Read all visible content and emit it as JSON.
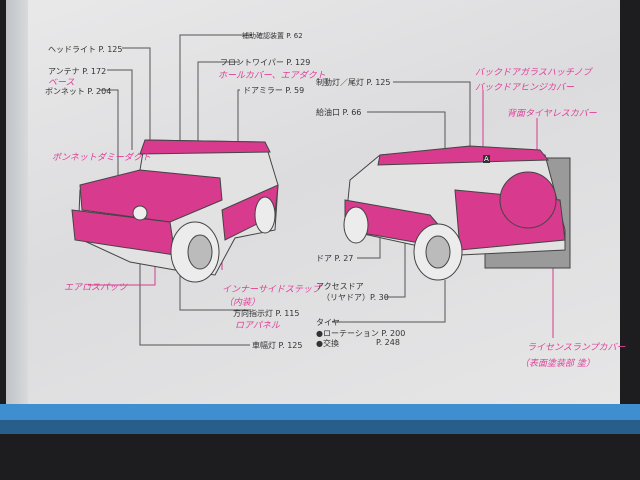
{
  "labels": {
    "headlight": "ヘッドライト P. 125",
    "antenna": "アンテナ P. 172",
    "bonnet": "ボンネット P. 204",
    "aux_device": "補助確認装置 P. 62",
    "front_wiper": "フロントワイパー P. 129",
    "door_mirror": "ドアミラー P. 59",
    "turn_signal": "方向指示灯 P. 115",
    "side_marker": "車幅灯 P. 125",
    "brake_tail": "制動灯／尾灯 P. 125",
    "fuel_port": "給油口 P. 66",
    "door": "ドア P. 27",
    "access_door_1": "アクセスドア",
    "access_door_2": "（リヤドア）P. 30",
    "tire": "タイヤ",
    "rotation": "●ローテーション P. 200",
    "replace": "●交換",
    "replace_page": "P. 248",
    "marker_a": "A"
  },
  "handwritten": {
    "antenna_base": "ベース",
    "bonnet_dummy_duct": "ボンネットダミーダクト",
    "wiper_cover": "ホールカバー、エアダクト",
    "aero_spats": "エアロスパッツ",
    "inner_side_step": "インナーサイドステップ",
    "interior": "（内装）",
    "lower_panel": "ロアパネル",
    "back_door_glass": "バックドアガラスハッチノブ",
    "back_door_hinge": "バックドアヒンジカバー",
    "spare_tire_cover": "背面タイヤレスカバー",
    "license_lamp_cover": "ライセンスランプカバー",
    "license_note": "（表面塗装部 塗）"
  },
  "colors": {
    "pink": "#d83a8e",
    "tape": "#3f8fd0"
  }
}
